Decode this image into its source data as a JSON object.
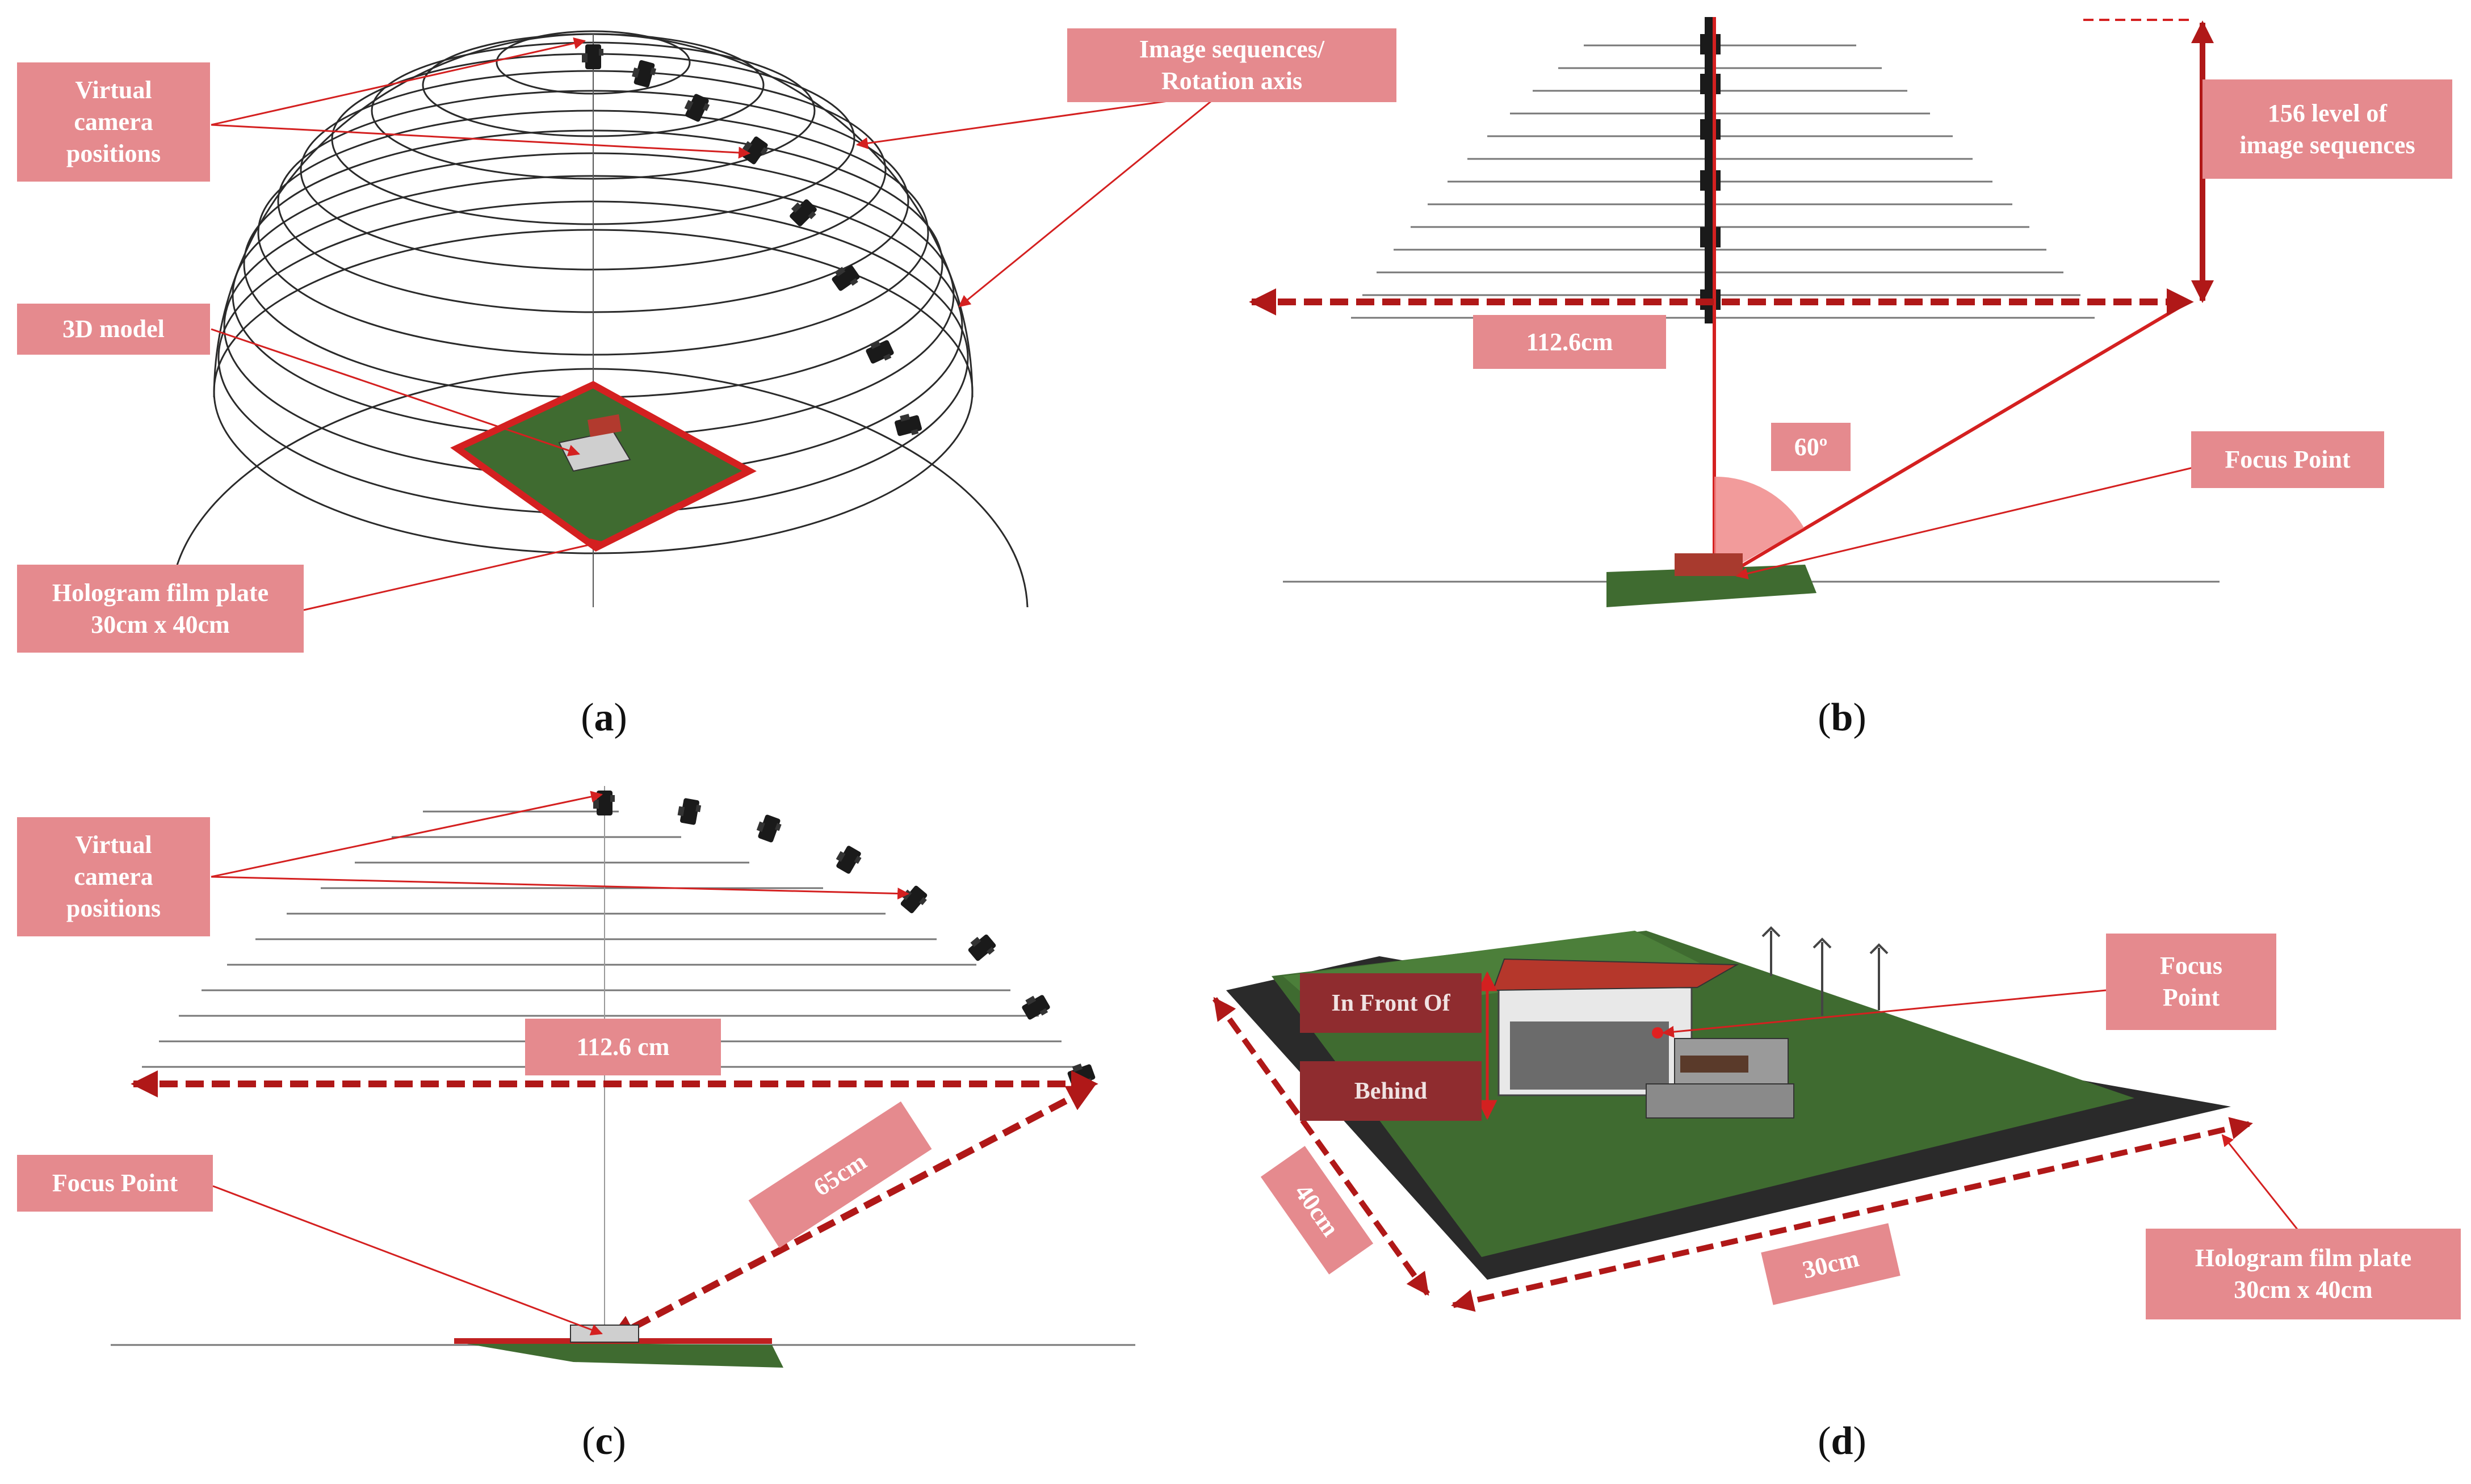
{
  "panel_a": {
    "caption_open": "(",
    "caption_letter": "a",
    "caption_close": ")",
    "labels": {
      "virtual_camera": "Virtual\ncamera\npositions",
      "image_sequences": "Image sequences/\nRotation axis",
      "model_3d": "3D model",
      "film_plate": "Hologram film plate\n30cm x 40cm"
    }
  },
  "panel_b": {
    "caption_open": "(",
    "caption_letter": "b",
    "caption_close": ")",
    "labels": {
      "levels": "156 level of\nimage sequences",
      "width": "112.6cm",
      "angle": "60º",
      "focus": "Focus Point"
    }
  },
  "panel_c": {
    "caption_open": "(",
    "caption_letter": "c",
    "caption_close": ")",
    "labels": {
      "virtual_camera": "Virtual\ncamera\npositions",
      "width": "112.6 cm",
      "focus": "Focus Point",
      "distance": "65cm"
    }
  },
  "panel_d": {
    "caption_open": "(",
    "caption_letter": "d",
    "caption_close": ")",
    "labels": {
      "focus": "Focus\nPoint",
      "in_front": "In Front Of",
      "behind": "Behind",
      "side_40": "40cm",
      "side_30": "30cm",
      "film_plate": "Hologram film plate\n30cm x 40cm"
    }
  },
  "colors": {
    "label_bg": "#e58a8e",
    "label_dark_bg": "#8f2c2f",
    "accent_red": "#d42020",
    "dashed_red": "#b01818",
    "ground_green": "#3f6b30"
  }
}
